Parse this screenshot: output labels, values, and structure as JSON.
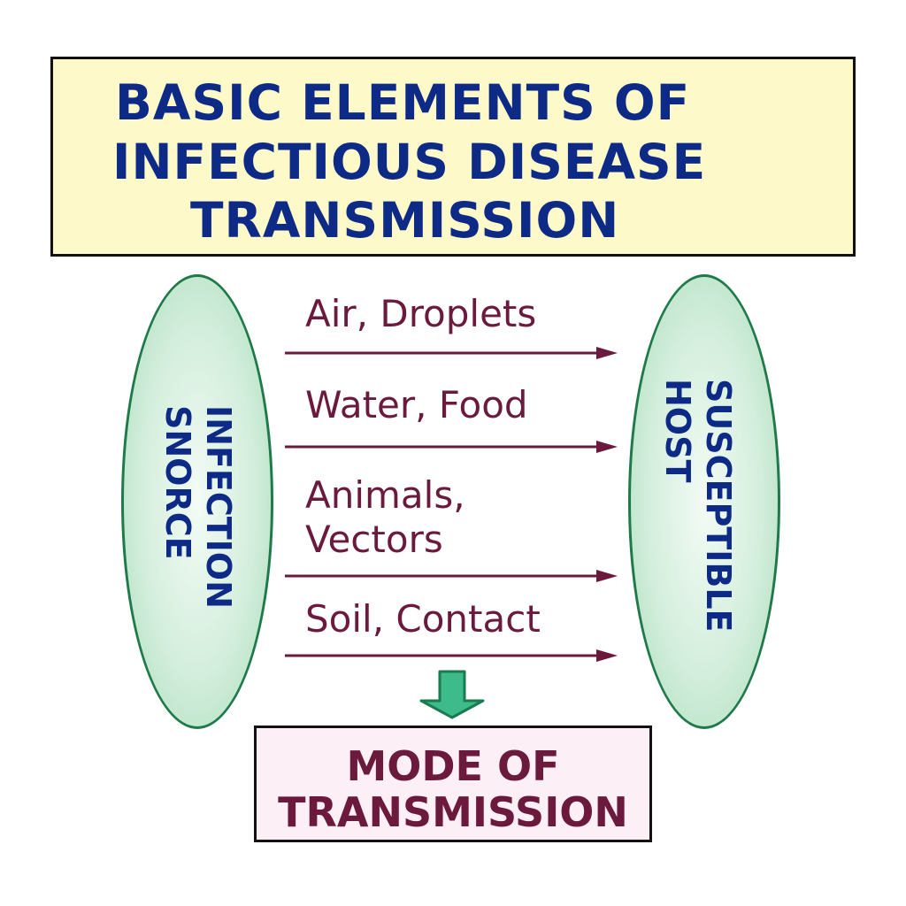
{
  "title": {
    "lines": [
      "BASIC ELEMENTS OF",
      "INFECTIOUS DISEASE",
      "TRANSMISSION"
    ]
  },
  "source": {
    "lines": [
      "INFECTION",
      "SNORCE"
    ]
  },
  "host": {
    "lines": [
      "SUSCEPTIBLE",
      "HOST"
    ]
  },
  "routes": [
    {
      "lines": [
        "Air, Droplets"
      ]
    },
    {
      "lines": [
        "Water, Food"
      ]
    },
    {
      "lines": [
        "Animals,",
        "Vectors"
      ]
    },
    {
      "lines": [
        "Soil, Contact"
      ]
    }
  ],
  "mode": {
    "lines": [
      "MODE OF",
      "TRANSMISSION"
    ]
  },
  "colors": {
    "title_text": "#0d2a86",
    "route_text": "#6b1a3e",
    "ellipse_border": "#1f7a4a",
    "title_bg": "#fdf9c8",
    "mode_bg": "#fcf0f6",
    "down_arrow": "#3dbb8a"
  }
}
